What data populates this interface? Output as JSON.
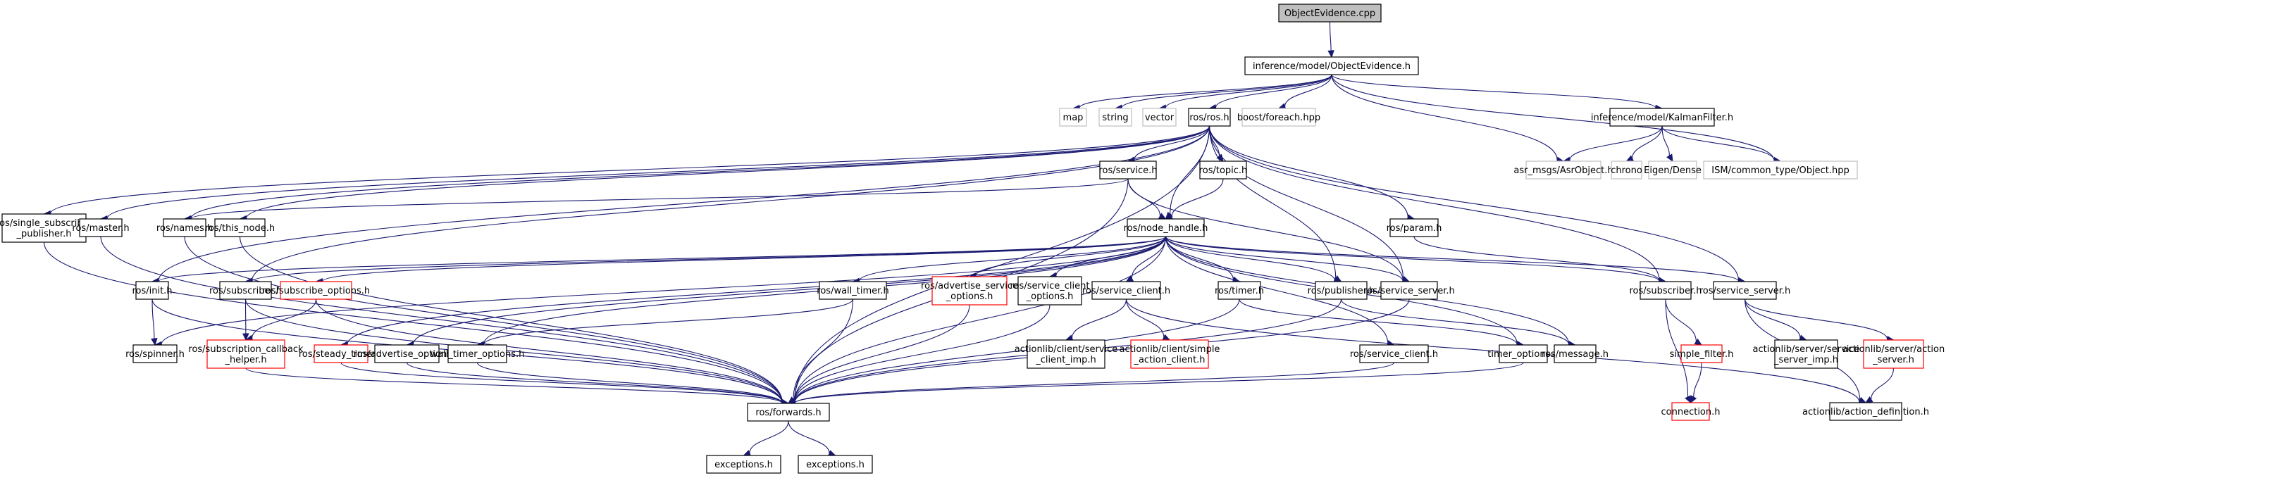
{
  "diagram": {
    "title": "ObjectEvidence.cpp include dependency graph",
    "colors": {
      "edge": "#191970",
      "root_fill": "#bfbfbf",
      "normal_border": "#000000",
      "external_border": "#bfbfbf",
      "truncated_border": "#ff0000"
    },
    "nodes": [
      {
        "id": "root",
        "label": [
          "ObjectEvidence.cpp"
        ],
        "kind": "root"
      },
      {
        "id": "oe",
        "label": [
          "inference/model/ObjectEvidence.h"
        ],
        "kind": "normal"
      },
      {
        "id": "map",
        "label": [
          "map"
        ],
        "kind": "external"
      },
      {
        "id": "string",
        "label": [
          "string"
        ],
        "kind": "external"
      },
      {
        "id": "vector",
        "label": [
          "vector"
        ],
        "kind": "external"
      },
      {
        "id": "ros",
        "label": [
          "ros/ros.h"
        ],
        "kind": "normal"
      },
      {
        "id": "foreach",
        "label": [
          "boost/foreach.hpp"
        ],
        "kind": "external"
      },
      {
        "id": "kalman",
        "label": [
          "inference/model/KalmanFilter.h"
        ],
        "kind": "normal"
      },
      {
        "id": "asrobj",
        "label": [
          "asr_msgs/AsrObject.h"
        ],
        "kind": "external"
      },
      {
        "id": "chrono",
        "label": [
          "chrono"
        ],
        "kind": "external"
      },
      {
        "id": "eigen",
        "label": [
          "Eigen/Dense"
        ],
        "kind": "external"
      },
      {
        "id": "ismobj",
        "label": [
          "ISM/common_type/Object.hpp"
        ],
        "kind": "external"
      },
      {
        "id": "service",
        "label": [
          "ros/service.h"
        ],
        "kind": "normal"
      },
      {
        "id": "topic",
        "label": [
          "ros/topic.h"
        ],
        "kind": "normal"
      },
      {
        "id": "ssp",
        "label": [
          "ros/single_subscriber",
          "_publisher.h"
        ],
        "kind": "normal"
      },
      {
        "id": "master",
        "label": [
          "ros/master.h"
        ],
        "kind": "normal"
      },
      {
        "id": "names",
        "label": [
          "ros/names.h"
        ],
        "kind": "normal"
      },
      {
        "id": "thisnode",
        "label": [
          "ros/this_node.h"
        ],
        "kind": "normal"
      },
      {
        "id": "nodehandle",
        "label": [
          "ros/node_handle.h"
        ],
        "kind": "normal"
      },
      {
        "id": "param",
        "label": [
          "ros/param.h"
        ],
        "kind": "normal"
      },
      {
        "id": "init",
        "label": [
          "ros/init.h"
        ],
        "kind": "normal"
      },
      {
        "id": "subscriber",
        "label": [
          "ros/subscriber.h"
        ],
        "kind": "normal"
      },
      {
        "id": "subopts",
        "label": [
          "ros/subscribe_options.h"
        ],
        "kind": "truncated"
      },
      {
        "id": "walltimer",
        "label": [
          "ros/wall_timer.h"
        ],
        "kind": "normal"
      },
      {
        "id": "advsrvopts",
        "label": [
          "ros/advertise_service",
          "_options.h"
        ],
        "kind": "truncated"
      },
      {
        "id": "srvclientopts",
        "label": [
          "ros/service_client",
          "_options.h"
        ],
        "kind": "normal"
      },
      {
        "id": "srvclient",
        "label": [
          "ros/service_client.h"
        ],
        "kind": "normal"
      },
      {
        "id": "timer",
        "label": [
          "ros/timer.h"
        ],
        "kind": "normal"
      },
      {
        "id": "publisher",
        "label": [
          "ros/publisher.h"
        ],
        "kind": "normal"
      },
      {
        "id": "srvserver",
        "label": [
          "ros/service_server.h"
        ],
        "kind": "normal"
      },
      {
        "id": "subscriber2",
        "label": [
          "ros/subscriber.h"
        ],
        "kind": "normal"
      },
      {
        "id": "srvserver2",
        "label": [
          "ros/service_server.h"
        ],
        "kind": "normal"
      },
      {
        "id": "spinner",
        "label": [
          "ros/spinner.h"
        ],
        "kind": "normal"
      },
      {
        "id": "subcbhelper",
        "label": [
          "ros/subscription_callback",
          "_helper.h"
        ],
        "kind": "truncated"
      },
      {
        "id": "steadytimer",
        "label": [
          "ros/steady_timer.h"
        ],
        "kind": "truncated"
      },
      {
        "id": "advopts",
        "label": [
          "ros/advertise_options.h"
        ],
        "kind": "normal"
      },
      {
        "id": "walltimeropts",
        "label": [
          "wall_timer_options.h"
        ],
        "kind": "normal"
      },
      {
        "id": "scimp",
        "label": [
          "actionlib/client/service",
          "_client_imp.h"
        ],
        "kind": "normal"
      },
      {
        "id": "sac",
        "label": [
          "actionlib/client/simple",
          "_action_client.h"
        ],
        "kind": "truncated"
      },
      {
        "id": "srvclient2",
        "label": [
          "ros/service_client.h"
        ],
        "kind": "normal"
      },
      {
        "id": "timeropts",
        "label": [
          "timer_options.h"
        ],
        "kind": "normal"
      },
      {
        "id": "message",
        "label": [
          "ros/message.h"
        ],
        "kind": "normal"
      },
      {
        "id": "simplefilter",
        "label": [
          "simple_filter.h"
        ],
        "kind": "truncated"
      },
      {
        "id": "ssimp",
        "label": [
          "actionlib/server/service",
          "_server_imp.h"
        ],
        "kind": "normal"
      },
      {
        "id": "actionserver",
        "label": [
          "actionlib/server/action",
          "_server.h"
        ],
        "kind": "truncated"
      },
      {
        "id": "forwards",
        "label": [
          "ros/forwards.h"
        ],
        "kind": "normal"
      },
      {
        "id": "connection",
        "label": [
          "connection.h"
        ],
        "kind": "truncated"
      },
      {
        "id": "actiondef",
        "label": [
          "actionlib/action_definition.h"
        ],
        "kind": "normal"
      },
      {
        "id": "exc1",
        "label": [
          "exceptions.h"
        ],
        "kind": "normal"
      },
      {
        "id": "exc2",
        "label": [
          "exceptions.h"
        ],
        "kind": "normal"
      }
    ],
    "edges": [
      [
        "root",
        "oe"
      ],
      [
        "oe",
        "map"
      ],
      [
        "oe",
        "string"
      ],
      [
        "oe",
        "vector"
      ],
      [
        "oe",
        "ros"
      ],
      [
        "oe",
        "foreach"
      ],
      [
        "oe",
        "asrobj"
      ],
      [
        "oe",
        "kalman"
      ],
      [
        "oe",
        "ismobj"
      ],
      [
        "kalman",
        "asrobj"
      ],
      [
        "kalman",
        "chrono"
      ],
      [
        "kalman",
        "eigen"
      ],
      [
        "kalman",
        "ismobj"
      ],
      [
        "ros",
        "ssp"
      ],
      [
        "ros",
        "master"
      ],
      [
        "ros",
        "names"
      ],
      [
        "ros",
        "thisnode"
      ],
      [
        "ros",
        "init"
      ],
      [
        "ros",
        "service"
      ],
      [
        "ros",
        "topic"
      ],
      [
        "ros",
        "nodehandle"
      ],
      [
        "ros",
        "param"
      ],
      [
        "ros",
        "subscriber"
      ],
      [
        "ros",
        "publisher"
      ],
      [
        "ros",
        "srvserver"
      ],
      [
        "ros",
        "subscriber2"
      ],
      [
        "ros",
        "srvserver2"
      ],
      [
        "ros",
        "forwards"
      ],
      [
        "service",
        "nodehandle"
      ],
      [
        "service",
        "names"
      ],
      [
        "service",
        "forwards"
      ],
      [
        "service",
        "srvserver"
      ],
      [
        "topic",
        "nodehandle"
      ],
      [
        "ssp",
        "forwards"
      ],
      [
        "master",
        "forwards"
      ],
      [
        "names",
        "forwards"
      ],
      [
        "thisnode",
        "forwards"
      ],
      [
        "param",
        "subscriber2"
      ],
      [
        "nodehandle",
        "init"
      ],
      [
        "nodehandle",
        "spinner"
      ],
      [
        "nodehandle",
        "subscriber"
      ],
      [
        "nodehandle",
        "subopts"
      ],
      [
        "nodehandle",
        "steadytimer"
      ],
      [
        "nodehandle",
        "advopts"
      ],
      [
        "nodehandle",
        "walltimer"
      ],
      [
        "nodehandle",
        "walltimeropts"
      ],
      [
        "nodehandle",
        "advsrvopts"
      ],
      [
        "nodehandle",
        "srvclientopts"
      ],
      [
        "nodehandle",
        "srvclient"
      ],
      [
        "nodehandle",
        "srvclient2"
      ],
      [
        "nodehandle",
        "timer"
      ],
      [
        "nodehandle",
        "timeropts"
      ],
      [
        "nodehandle",
        "publisher"
      ],
      [
        "nodehandle",
        "message"
      ],
      [
        "nodehandle",
        "srvserver"
      ],
      [
        "nodehandle",
        "subscriber2"
      ],
      [
        "nodehandle",
        "srvserver2"
      ],
      [
        "nodehandle",
        "forwards"
      ],
      [
        "init",
        "spinner"
      ],
      [
        "init",
        "forwards"
      ],
      [
        "subscriber",
        "subcbhelper"
      ],
      [
        "subscriber",
        "forwards"
      ],
      [
        "subopts",
        "subcbhelper"
      ],
      [
        "subopts",
        "forwards"
      ],
      [
        "subcbhelper",
        "forwards"
      ],
      [
        "steadytimer",
        "forwards"
      ],
      [
        "advopts",
        "forwards"
      ],
      [
        "walltimer",
        "walltimeropts"
      ],
      [
        "walltimer",
        "forwards"
      ],
      [
        "walltimeropts",
        "forwards"
      ],
      [
        "advsrvopts",
        "forwards"
      ],
      [
        "srvclientopts",
        "forwards"
      ],
      [
        "srvclient",
        "scimp"
      ],
      [
        "srvclient",
        "sac"
      ],
      [
        "srvclient",
        "actiondef"
      ],
      [
        "srvclient2",
        "forwards"
      ],
      [
        "timer",
        "timeropts"
      ],
      [
        "timer",
        "forwards"
      ],
      [
        "timeropts",
        "forwards"
      ],
      [
        "publisher",
        "message"
      ],
      [
        "publisher",
        "forwards"
      ],
      [
        "srvserver",
        "forwards"
      ],
      [
        "subscriber2",
        "connection"
      ],
      [
        "subscriber2",
        "simplefilter"
      ],
      [
        "simplefilter",
        "connection"
      ],
      [
        "srvserver2",
        "ssimp"
      ],
      [
        "srvserver2",
        "actiondef"
      ],
      [
        "srvserver2",
        "actionserver"
      ],
      [
        "actionserver",
        "actiondef"
      ],
      [
        "forwards",
        "exc1"
      ],
      [
        "forwards",
        "exc2"
      ]
    ]
  }
}
